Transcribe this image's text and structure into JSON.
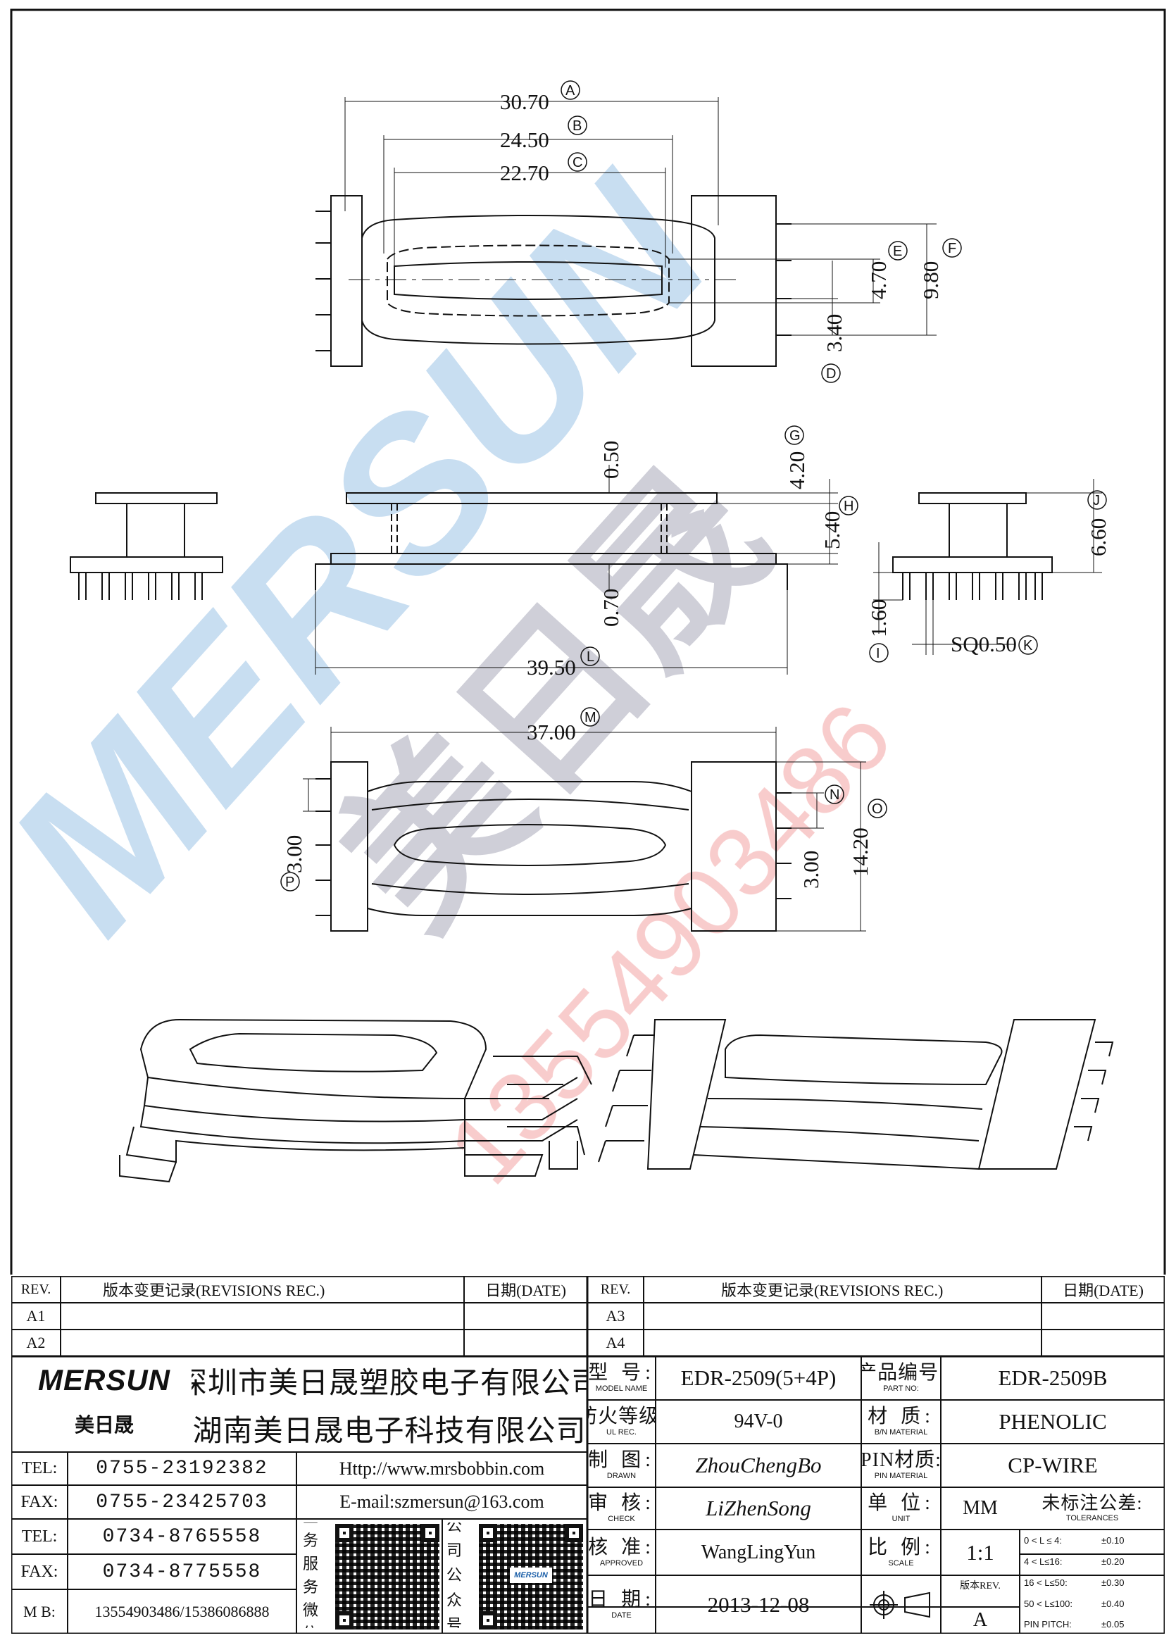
{
  "dimensions": {
    "A": {
      "value": "30.70",
      "tag": "A"
    },
    "B": {
      "value": "24.50",
      "tag": "B"
    },
    "C": {
      "value": "22.70",
      "tag": "C"
    },
    "D": {
      "value": "3.40",
      "tag": "D"
    },
    "E": {
      "value": "4.70",
      "tag": "E"
    },
    "F": {
      "value": "9.80",
      "tag": "F"
    },
    "G": {
      "value": "4.20",
      "tag": "G"
    },
    "H": {
      "value": "5.40",
      "tag": "H"
    },
    "I": {
      "value": "1.60",
      "tag": "I"
    },
    "J": {
      "value": "6.60",
      "tag": "J"
    },
    "K": {
      "value": "SQ0.50",
      "tag": "K"
    },
    "L": {
      "value": "39.50",
      "tag": "L"
    },
    "M": {
      "value": "37.00",
      "tag": "M"
    },
    "N": {
      "value": "3.00",
      "tag": "N"
    },
    "O": {
      "value": "14.20",
      "tag": "O"
    },
    "P": {
      "value": "3.00",
      "tag": "P"
    },
    "top_plate": "0.50",
    "bottom_plate": "0.70"
  },
  "watermark": {
    "brand": "MERSUN",
    "brand_cn": "美日晟",
    "phone": "13554903486",
    "color_blue": "#9cc3e6",
    "color_red": "#f2a3a3"
  },
  "title_block": {
    "rev_header": "REV.",
    "revisions_header": "版本变更记录(REVISIONS REC.)",
    "date_header": "日期(DATE)",
    "rev_rows_left": [
      "A1",
      "A2"
    ],
    "rev_rows_right": [
      "A3",
      "A4"
    ],
    "logo_text": "MERSUN",
    "logo_cn": "美日晟",
    "company_1": "深圳市美日晟塑胶电子有限公司",
    "company_2": "湖南美日晟电子科技有限公司",
    "contacts": [
      {
        "label": "TEL:",
        "value": "0755-23192382",
        "extra": "Http://www.mrsbobbin.com"
      },
      {
        "label": "FAX:",
        "value": "0755-23425703",
        "extra": "E-mail:szmersun@163.com"
      },
      {
        "label": "TEL:",
        "value": "0734-8765558"
      },
      {
        "label": "FAX:",
        "value": "0734-8775558"
      },
      {
        "label": "M B:",
        "value": "13554903486/15386086888"
      }
    ],
    "qr_label_1": "业务服务微信",
    "qr_label_2": "公司公众号",
    "qr_brand": "MERSUN",
    "model_zh": "型 号:",
    "model_en": "MODEL NAME",
    "model_value": "EDR-2509(5+4P)",
    "part_zh": "产品编号:",
    "part_en": "PART NO:",
    "part_value": "EDR-2509B",
    "ul_zh": "防火等级:",
    "ul_en": "UL REC.",
    "ul_value": "94V-0",
    "material_zh": "材 质:",
    "material_en": "B/N MATERIAL",
    "material_value": "PHENOLIC",
    "drawn_zh": "制 图:",
    "drawn_en": "DRAWN",
    "drawn_value": "ZhouChengBo",
    "pin_zh": "PIN材质:",
    "pin_en": "PIN MATERIAL",
    "pin_value": "CP-WIRE",
    "check_zh": "审 核:",
    "check_en": "CHECK",
    "check_value": "LiZhenSong",
    "unit_zh": "单 位:",
    "unit_en": "UNIT",
    "unit_value": "MM",
    "tol_zh": "未标注公差:",
    "tol_en": "TOLERANCES",
    "tolerances": [
      {
        "range": "0 < L ≤ 4:",
        "value": "±0.10"
      },
      {
        "range": "4 < L≤16:",
        "value": "±0.20"
      },
      {
        "range": "16 < L≤50:",
        "value": "±0.30"
      },
      {
        "range": "50 < L≤100:",
        "value": "±0.40"
      },
      {
        "range": "PIN PITCH:",
        "value": "±0.05"
      }
    ],
    "approved_zh": "核 准:",
    "approved_en": "APPROVED",
    "approved_value": "WangLingYun",
    "scale_zh": "比 例:",
    "scale_en": "SCALE",
    "scale_value": "1:1",
    "date_zh": "日 期:",
    "date_en": "DATE",
    "date_value": "2013-12-08",
    "rev_label": "版本REV.",
    "rev_value": "A"
  }
}
